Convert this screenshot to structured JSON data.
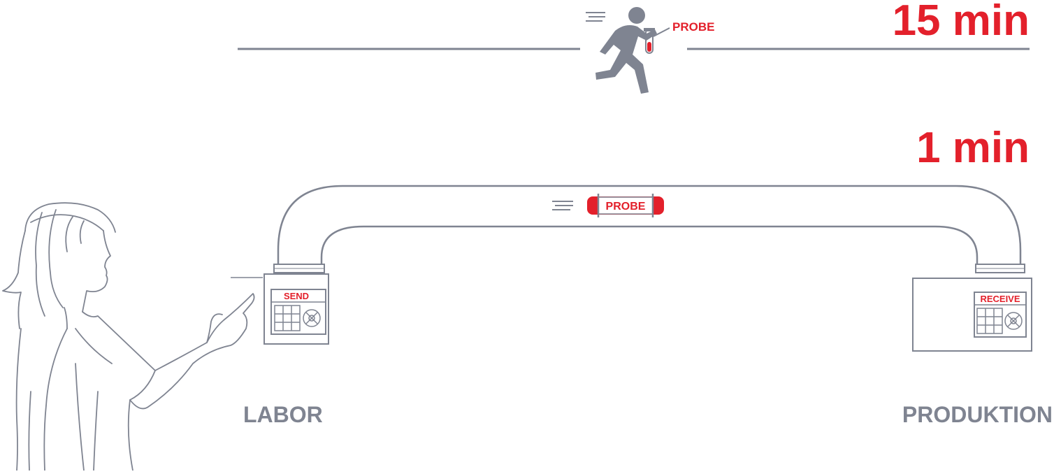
{
  "colors": {
    "red": "#e3202b",
    "gray": "#7f8491",
    "light_gray": "#b7bbc3",
    "white": "#ffffff"
  },
  "manual": {
    "time": "15 min",
    "runner_label": "PROBE",
    "runner_icon": "running-person-icon"
  },
  "pneumatic": {
    "time": "1 min",
    "capsule_label": "PROBE"
  },
  "stations": {
    "left": {
      "name": "LABOR",
      "panel_label": "SEND"
    },
    "right": {
      "name": "PRODUKTION",
      "panel_label": "RECEIVE"
    }
  },
  "person": {
    "icon": "woman-pointing-illustration"
  }
}
